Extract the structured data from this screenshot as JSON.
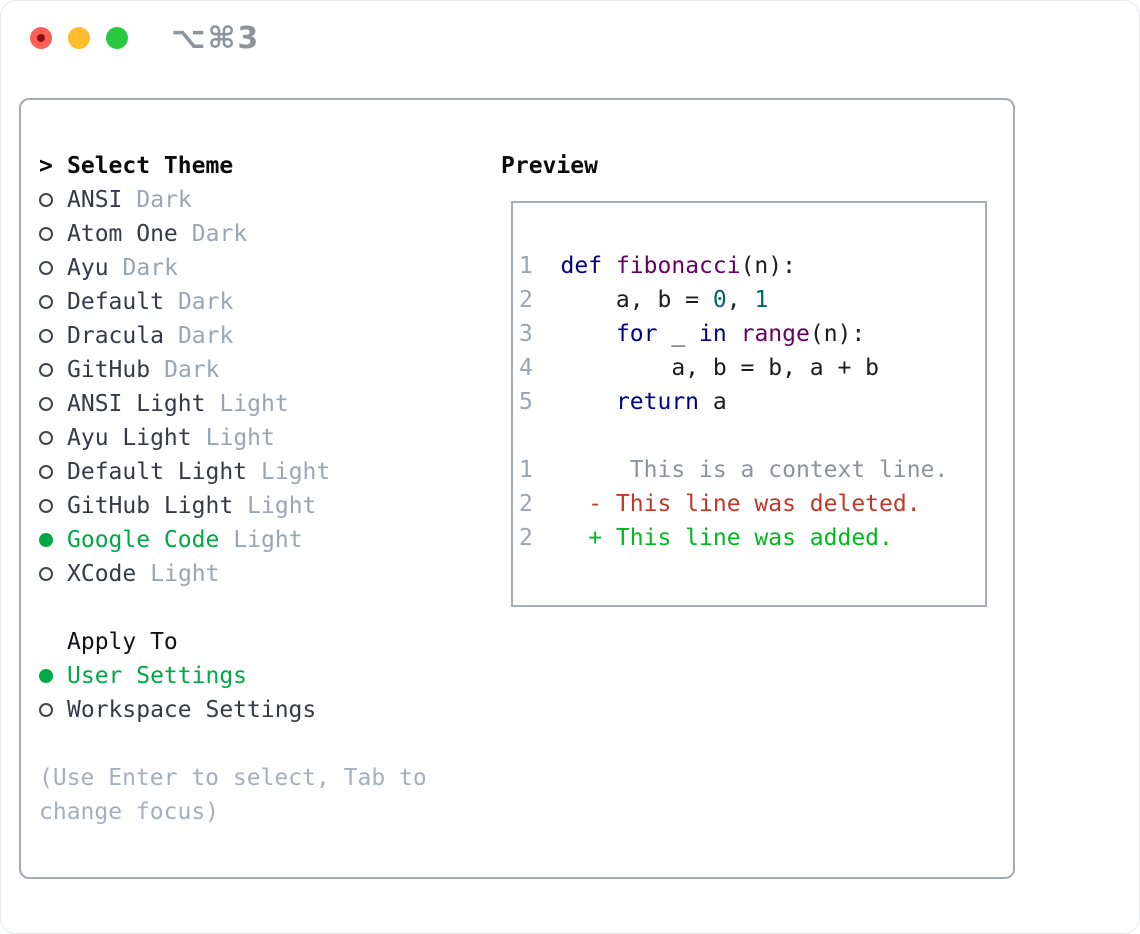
{
  "window": {
    "title": "⌥⌘3",
    "traffic_lights": [
      "close",
      "minimize",
      "zoom"
    ]
  },
  "theme_panel": {
    "header_marker": ">",
    "header_label": "Select Theme",
    "items": [
      {
        "name": "ANSI",
        "variant": "Dark",
        "selected": false
      },
      {
        "name": "Atom One",
        "variant": "Dark",
        "selected": false
      },
      {
        "name": "Ayu",
        "variant": "Dark",
        "selected": false
      },
      {
        "name": "Default",
        "variant": "Dark",
        "selected": false
      },
      {
        "name": "Dracula",
        "variant": "Dark",
        "selected": false
      },
      {
        "name": "GitHub",
        "variant": "Dark",
        "selected": false
      },
      {
        "name": "ANSI Light",
        "variant": "Light",
        "selected": false
      },
      {
        "name": "Ayu Light",
        "variant": "Light",
        "selected": false
      },
      {
        "name": "Default Light",
        "variant": "Light",
        "selected": false
      },
      {
        "name": "GitHub Light",
        "variant": "Light",
        "selected": false
      },
      {
        "name": "Google Code",
        "variant": "Light",
        "selected": true
      },
      {
        "name": "XCode",
        "variant": "Light",
        "selected": false
      }
    ],
    "apply_to_label": "Apply To",
    "apply_to_options": [
      {
        "name": "User Settings",
        "selected": true
      },
      {
        "name": "Workspace Settings",
        "selected": false
      }
    ],
    "help_lines": [
      "(Use Enter to select, Tab to",
      "change focus)"
    ]
  },
  "preview": {
    "label": "Preview",
    "code_lines": [
      {
        "tokens": [
          [
            "1  ",
            "ln"
          ],
          [
            "def",
            "kwd"
          ],
          [
            " ",
            "pln"
          ],
          [
            "fibonacci",
            "typ"
          ],
          [
            "(n):",
            "pln"
          ]
        ]
      },
      {
        "tokens": [
          [
            "2  ",
            "ln"
          ],
          [
            "    a, b = ",
            "pln"
          ],
          [
            "0",
            "num"
          ],
          [
            ", ",
            "pln"
          ],
          [
            "1",
            "num"
          ]
        ]
      },
      {
        "tokens": [
          [
            "3  ",
            "ln"
          ],
          [
            "    ",
            "pln"
          ],
          [
            "for",
            "kwd"
          ],
          [
            " _ ",
            "pln"
          ],
          [
            "in",
            "kwd"
          ],
          [
            " ",
            "pln"
          ],
          [
            "range",
            "typ"
          ],
          [
            "(n):",
            "pln"
          ]
        ]
      },
      {
        "tokens": [
          [
            "4  ",
            "ln"
          ],
          [
            "        a, b = b, a + b",
            "pln"
          ]
        ]
      },
      {
        "tokens": [
          [
            "5  ",
            "ln"
          ],
          [
            "    ",
            "pln"
          ],
          [
            "return",
            "kwd"
          ],
          [
            " a",
            "pln"
          ]
        ]
      }
    ],
    "diff_lines": [
      {
        "tokens": [
          [
            "1  ",
            "ln"
          ],
          [
            "     This is a context line.",
            "ctx"
          ]
        ]
      },
      {
        "tokens": [
          [
            "2  ",
            "ln"
          ],
          [
            "  - This line was deleted.",
            "del"
          ]
        ]
      },
      {
        "tokens": [
          [
            "2  ",
            "ln"
          ],
          [
            "  + This line was added.",
            "add"
          ]
        ]
      }
    ]
  },
  "colors": {
    "accent_green": "#00a846",
    "diff_add_green": "#00b91e",
    "diff_del_red": "#c5362a",
    "syntax_keyword": "#000088",
    "syntax_function": "#660066",
    "syntax_number": "#006666",
    "traffic_red": "#ff5f57",
    "traffic_yellow": "#febc2e",
    "traffic_green": "#28c840"
  }
}
